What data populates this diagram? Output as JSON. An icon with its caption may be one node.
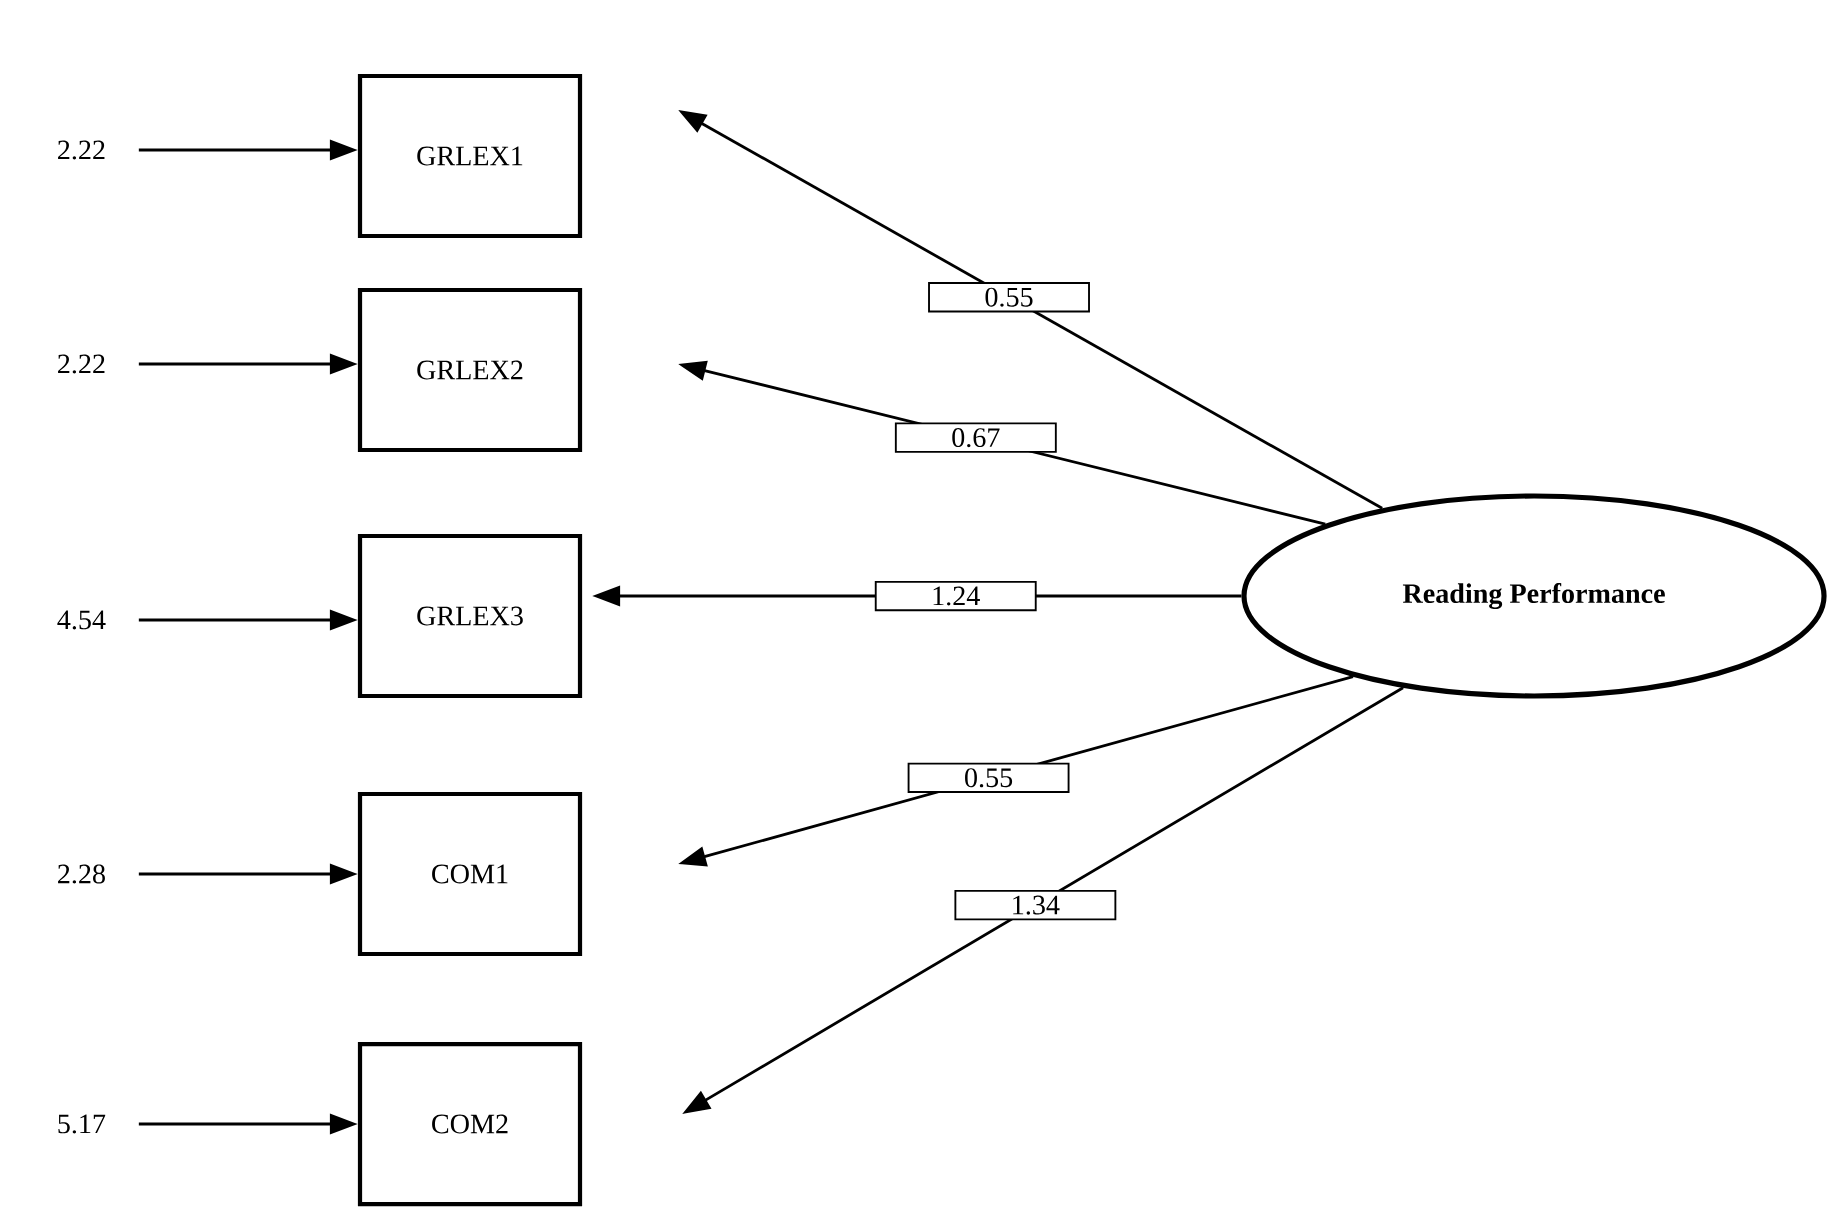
{
  "diagram": {
    "nodes": [
      {
        "text": [
          "GRLEX1"
        ]
      },
      {
        "text": [
          "GRLEX2"
        ]
      },
      {
        "text": [
          "GRLEX3"
        ]
      },
      {
        "text": [
          "COM1"
        ]
      },
      {
        "text": [
          "COM2"
        ]
      },
      {
        "text": [
          "Reading Performance"
        ]
      },
      {
        "text": [
          "2.22"
        ]
      },
      {
        "text": [
          "2.22"
        ]
      },
      {
        "text": [
          "4.54"
        ]
      },
      {
        "text": [
          "2.28"
        ]
      },
      {
        "text": [
          "5.17"
        ]
      }
    ],
    "edges": [
      {
        "from": 5,
        "to": 0,
        "arrow": "to",
        "label": "0.55"
      },
      {
        "from": 5,
        "to": 1,
        "arrow": "to",
        "label": "0.67"
      },
      {
        "from": 5,
        "to": 2,
        "arrow": "to",
        "label": "1.24"
      },
      {
        "from": 5,
        "to": 3,
        "arrow": "to",
        "label": "0.55"
      },
      {
        "from": 5,
        "to": 4,
        "arrow": "to",
        "label": "1.34"
      },
      {
        "from": 6,
        "to": 0,
        "arrow": "to"
      },
      {
        "from": 7,
        "to": 1,
        "arrow": "to"
      },
      {
        "from": 8,
        "to": 2,
        "arrow": "to"
      },
      {
        "from": 9,
        "to": 3,
        "arrow": "to"
      },
      {
        "from": 10,
        "to": 4,
        "arrow": "to"
      }
    ]
  }
}
